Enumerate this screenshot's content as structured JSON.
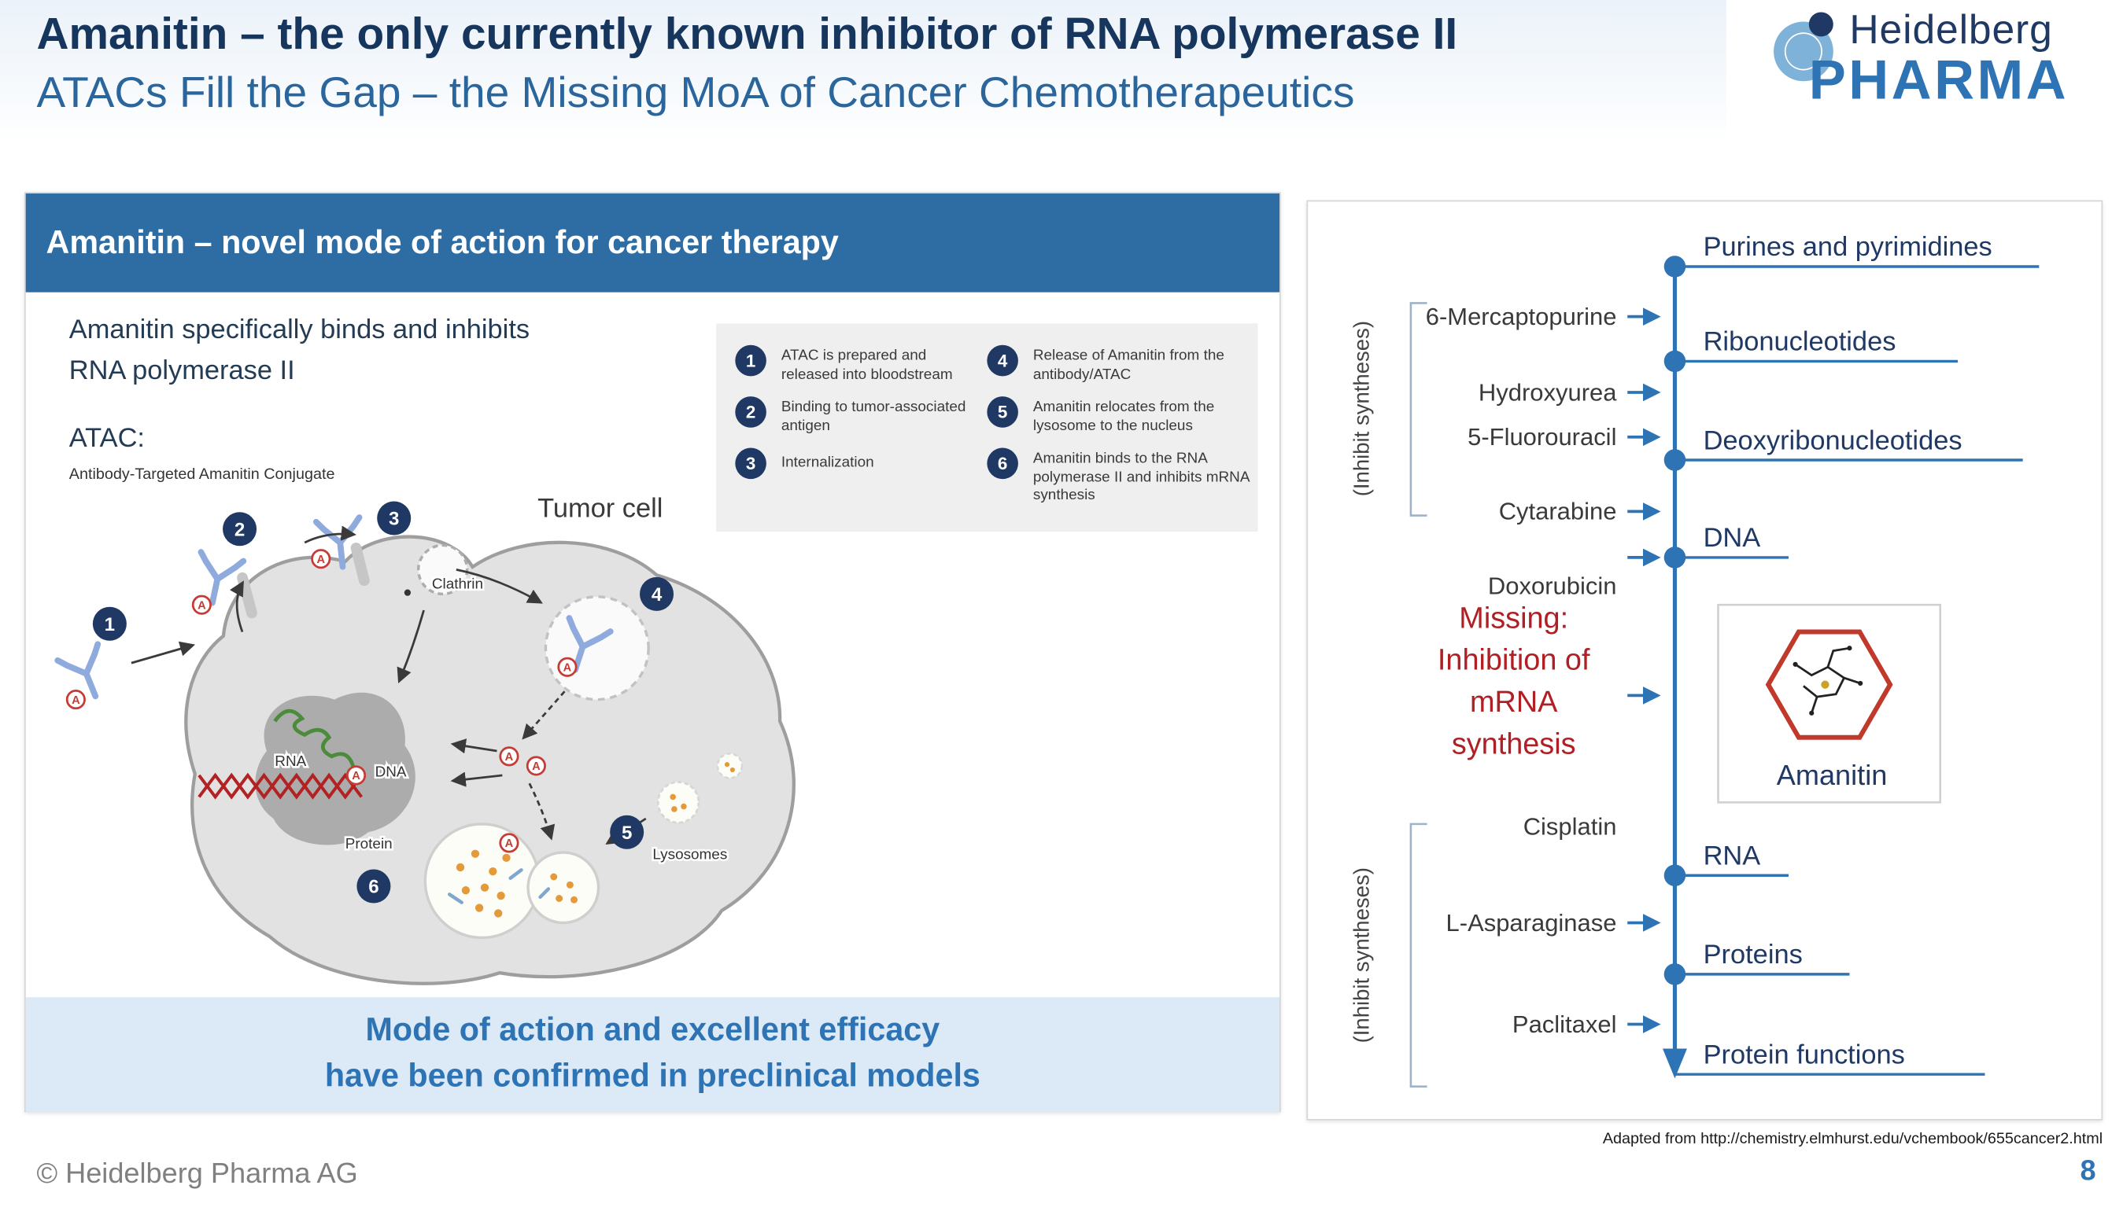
{
  "header": {
    "title_line1": "Amanitin – the only currently known inhibitor of RNA polymerase II",
    "title_line2": "ATACs Fill the Gap – the Missing MoA of Cancer Chemotherapeutics",
    "logo": {
      "line1": "Heidelberg",
      "line2": "PHARMA"
    }
  },
  "left_panel": {
    "header": "Amanitin – novel mode of action for cancer therapy",
    "intro_line1": "Amanitin specifically binds and inhibits",
    "intro_line2": "RNA polymerase II",
    "atac_title": "ATAC:",
    "atac_subtitle": "Antibody-Targeted Amanitin Conjugate",
    "payload_letter": "A",
    "diagram_labels": {
      "tumor_cell": "Tumor cell",
      "clathrin": "Clathrin",
      "rna": "RNA",
      "dna": "DNA",
      "protein": "Protein",
      "lysosomes": "Lysosomes"
    },
    "legend": [
      {
        "num": "1",
        "text": "ATAC is prepared and released into bloodstream"
      },
      {
        "num": "2",
        "text": "Binding to tumor-associated antigen"
      },
      {
        "num": "3",
        "text": "Internalization"
      },
      {
        "num": "4",
        "text": "Release of Amanitin from the antibody/ATAC"
      },
      {
        "num": "5",
        "text": "Amanitin relocates from the lysosome to the nucleus"
      },
      {
        "num": "6",
        "text": "Amanitin binds to the RNA polymerase II and inhibits mRNA synthesis"
      }
    ],
    "footer_line1": "Mode of action and excellent efficacy",
    "footer_line2": "have been confirmed in preclinical models"
  },
  "right_panel": {
    "inhibit_top": "(Inhibit syntheses)",
    "inhibit_bottom": "(Inhibit syntheses)",
    "nodes": [
      "Purines and pyrimidines",
      "Ribonucleotides",
      "Deoxyribonucleotides",
      "DNA",
      "RNA",
      "Proteins",
      "Protein functions"
    ],
    "drugs": [
      "6-Mercaptopurine",
      "Hydroxyurea",
      "5-Fluorouracil",
      "Cytarabine",
      "Doxorubicin",
      "Cisplatin",
      "L-Asparaginase",
      "Paclitaxel"
    ],
    "missing_lines": [
      "Missing:",
      "Inhibition of",
      "mRNA",
      "synthesis"
    ],
    "amanitin_label": "Amanitin",
    "source": "Adapted from http://chemistry.elmhurst.edu/vchembook/655cancer2.html"
  },
  "footer": {
    "copyright": "© Heidelberg Pharma AG",
    "page": "8"
  },
  "colors": {
    "navy": "#1F3864",
    "blue": "#2E74B5",
    "panel_header_blue": "#2E6DA4",
    "light_blue_bar": "#DCE9F7",
    "red": "#C00000",
    "antibody_blue": "#8FAADC"
  }
}
